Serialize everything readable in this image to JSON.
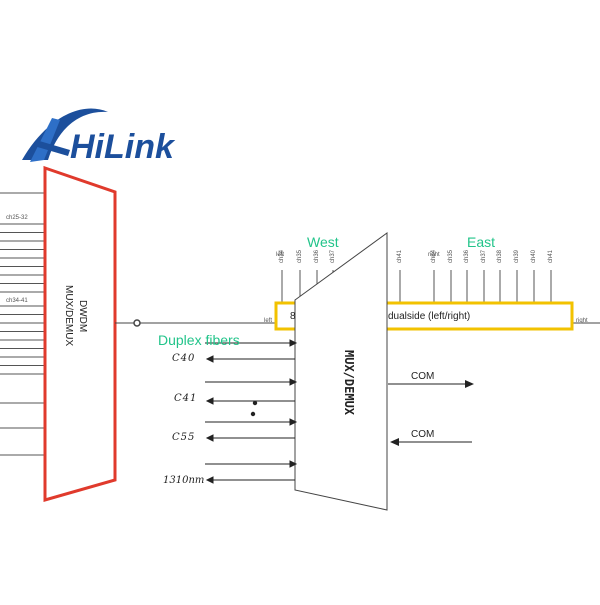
{
  "brand": {
    "name": "HiLink",
    "color": "#1c4f9c",
    "accent": "#1c4f9c"
  },
  "colors": {
    "dwdm_outline": "#e03a2c",
    "highlight_box": "#f2c200",
    "label_green": "#22c48a",
    "line": "#444444"
  },
  "dwdm_block": {
    "label_line1": "DWDM",
    "label_line2": "MUX/DEMUX"
  },
  "left_groups": {
    "top": "ch25-32",
    "bottom": "ch34-41"
  },
  "mux_block": {
    "label": "MUX/DEMUX"
  },
  "sides": {
    "west": "West",
    "east": "East"
  },
  "box": {
    "left_tag": "left",
    "right_tag": "right",
    "number": "8",
    "caption": "dualside (left/right)"
  },
  "top_side_labels": {
    "left": "left",
    "right": "right"
  },
  "west_channels": [
    "ch34",
    "ch35",
    "ch36",
    "ch37"
  ],
  "east_channels": [
    "ch41",
    "ch34",
    "ch35",
    "ch36",
    "ch37",
    "ch38",
    "ch39",
    "ch40",
    "ch41"
  ],
  "duplex": {
    "title": "Duplex fibers",
    "channels": [
      "C40",
      "C41",
      "C55",
      "1310nm"
    ]
  },
  "com": {
    "out": "COM",
    "in": "COM"
  }
}
